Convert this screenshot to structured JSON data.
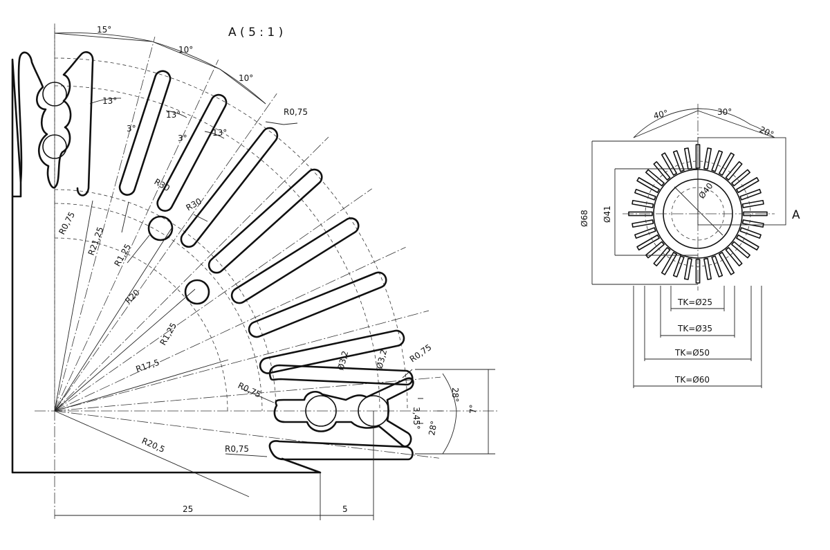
{
  "detail": {
    "title": "A ( 5 : 1 )",
    "angles": [
      "15°",
      "10°",
      "10°",
      "13°",
      "13°",
      "13°",
      "3°",
      "3°",
      "28°",
      "28°",
      "3,45°",
      "7°"
    ],
    "radii": [
      "R0,75",
      "R0,75",
      "R0,75",
      "R0,75",
      "R0,75",
      "R21,25",
      "R1,25",
      "R1,25",
      "R20",
      "R17,5",
      "R20,5",
      "R30",
      "R30"
    ],
    "diameters": [
      "Ø3,2",
      "Ø3,2"
    ],
    "lengths": [
      "25",
      "5"
    ]
  },
  "overview": {
    "view_label": "A",
    "angles": [
      "40°",
      "30°",
      "20°"
    ],
    "diameters": [
      "Ø68",
      "Ø41",
      "Ø40"
    ],
    "pitch_circles": [
      "TK=Ø25",
      "TK=Ø35",
      "TK=Ø50",
      "TK=Ø60"
    ]
  }
}
